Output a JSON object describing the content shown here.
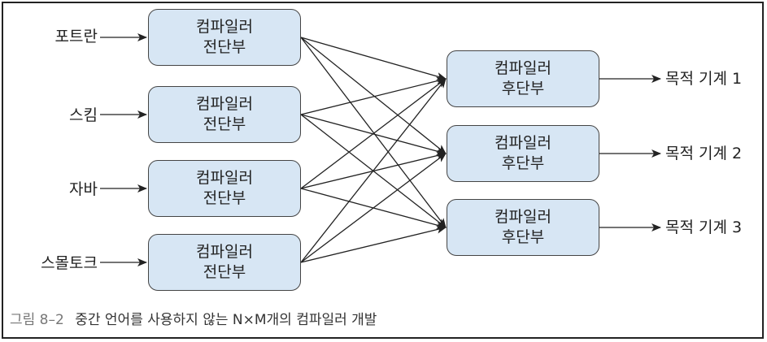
{
  "sources": [
    "포트란",
    "스킴",
    "자바",
    "스몰토크"
  ],
  "front_end": {
    "line1": "컴파일러",
    "line2": "전단부"
  },
  "back_end": {
    "line1": "컴파일러",
    "line2": "후단부"
  },
  "targets": [
    "목적 기계 1",
    "목적 기계 2",
    "목적 기계 3"
  ],
  "caption": {
    "label": "그림 8–2",
    "text": "중간 언어를 사용하지 않는 N×M개의 컴파일러 개발"
  },
  "colors": {
    "box_fill": "#d7e6f4",
    "stroke": "#222222",
    "caption_label": "#777777"
  }
}
